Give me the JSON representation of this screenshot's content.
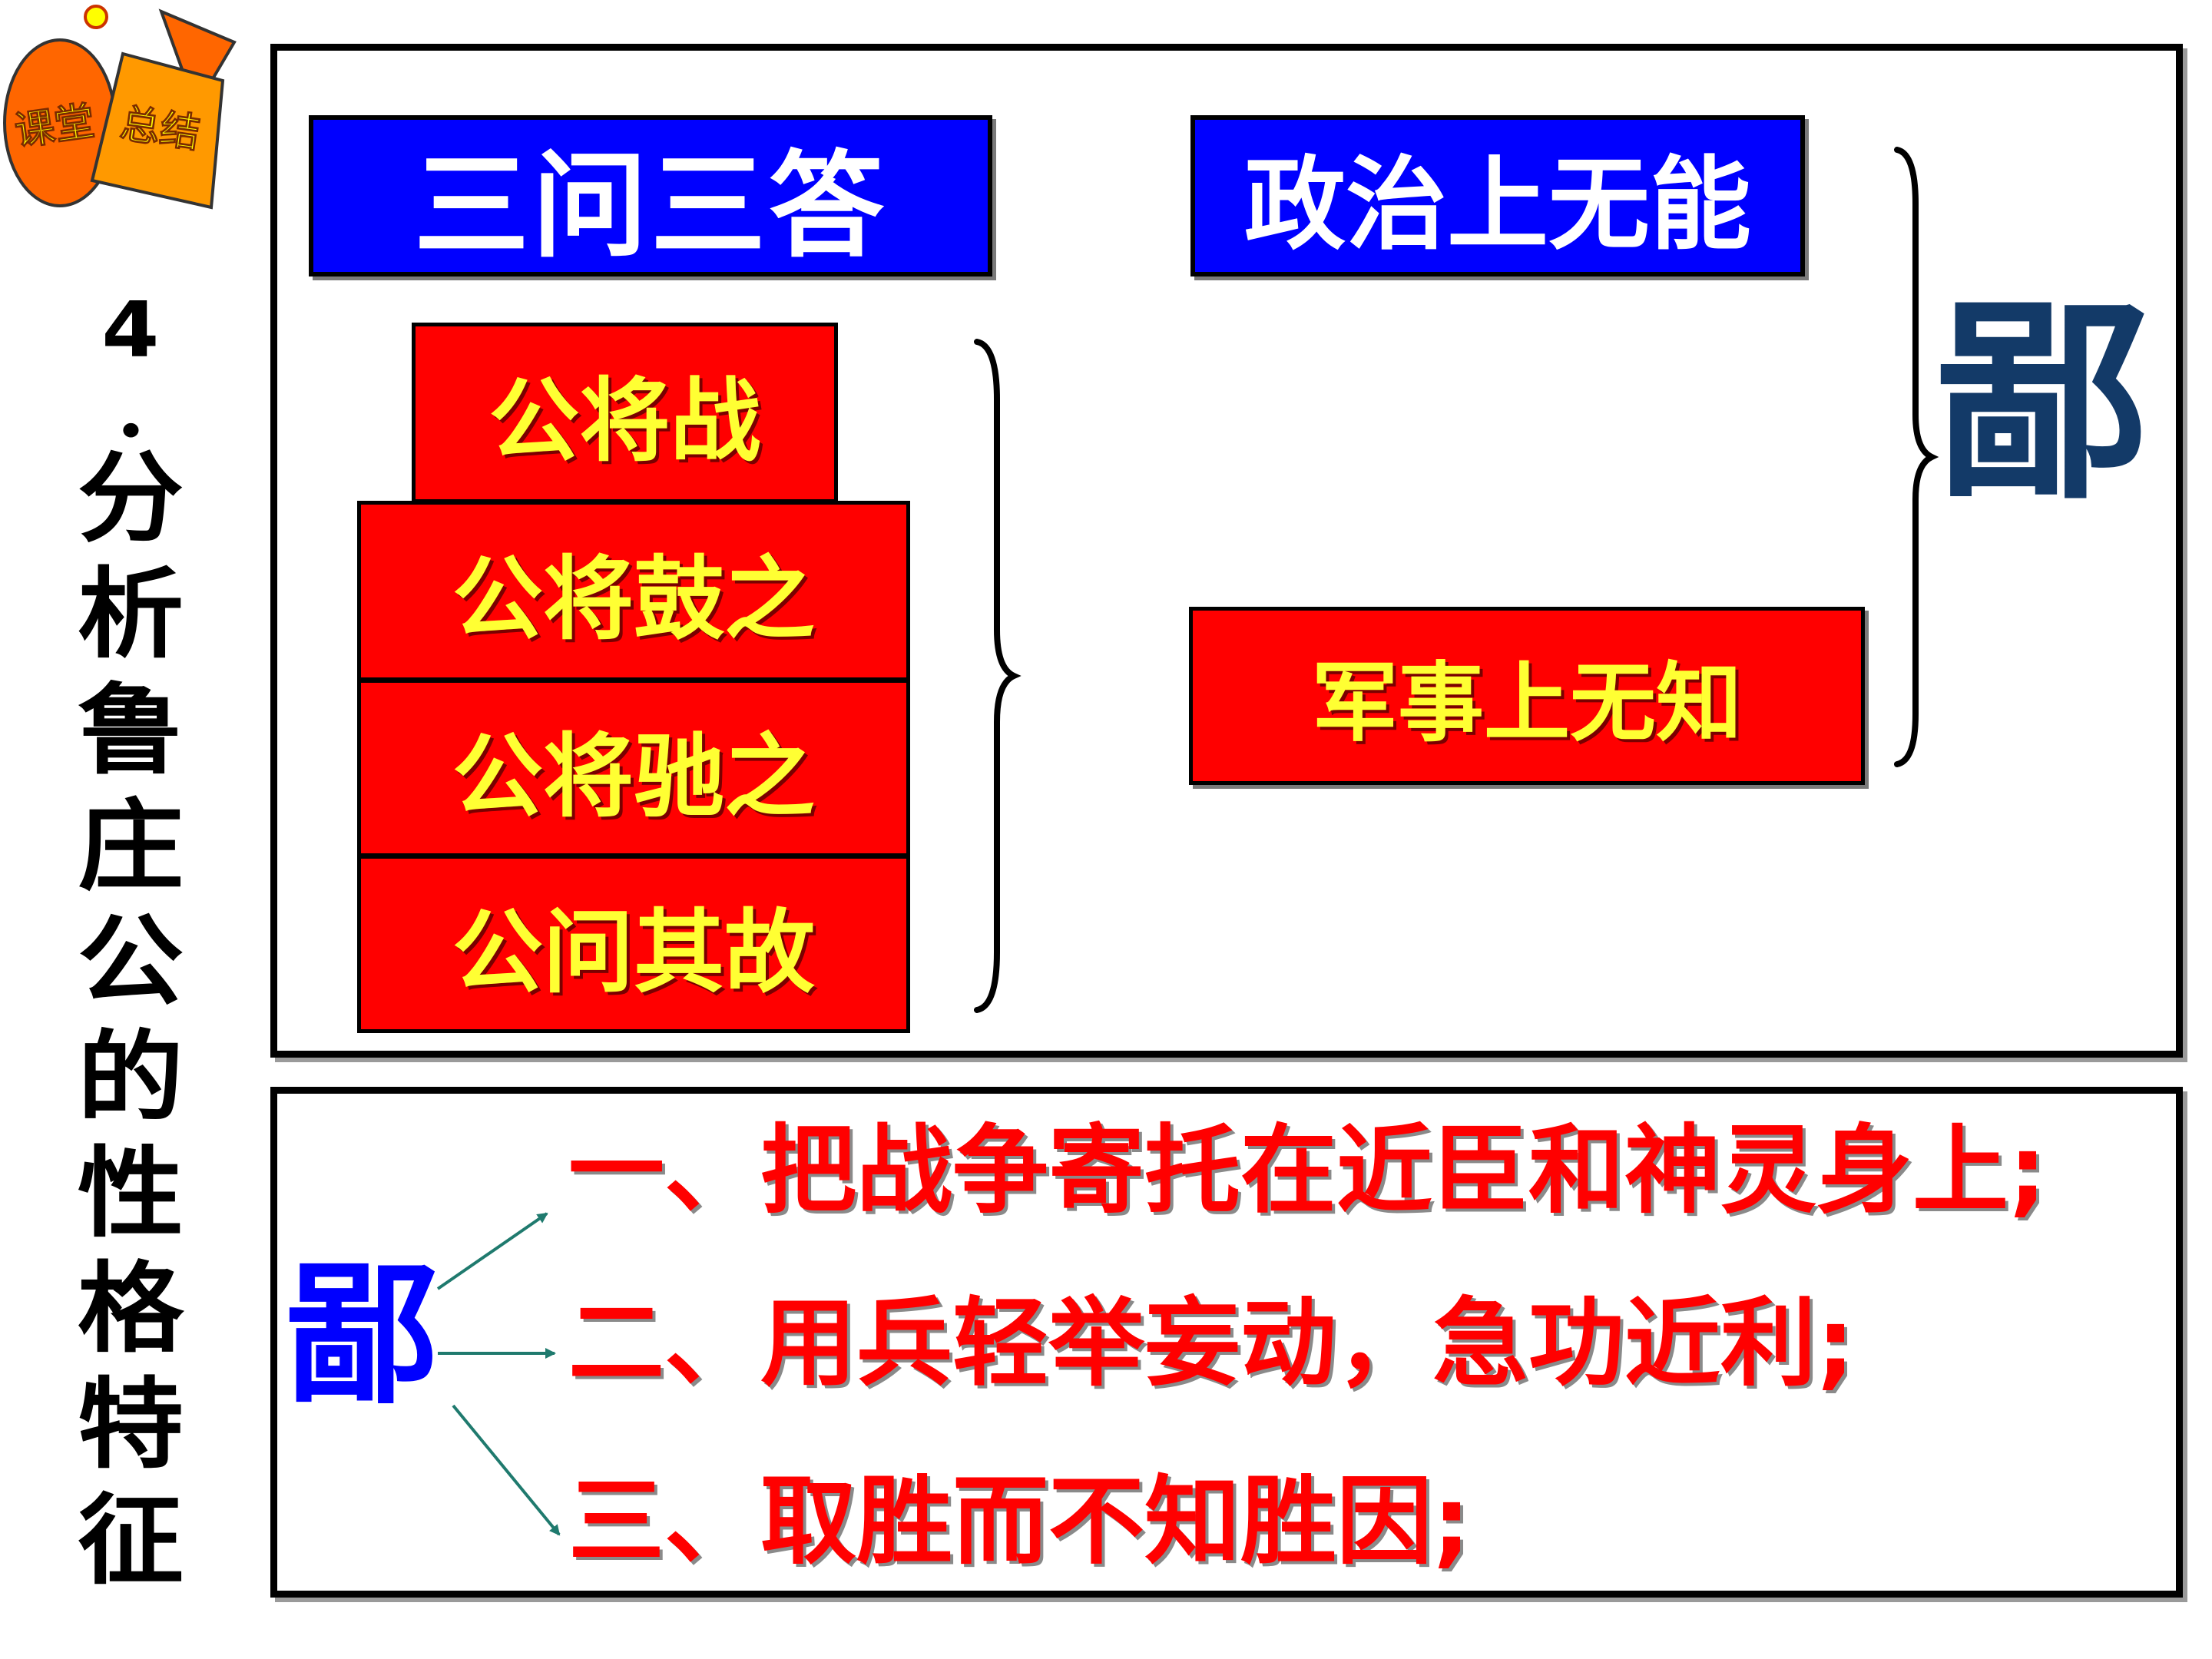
{
  "badge": {
    "left": "课堂",
    "right": "总结"
  },
  "title_chars": [
    "4",
    ".",
    "分",
    "析",
    "鲁",
    "庄",
    "公",
    "的",
    "性",
    "格",
    "特",
    "征"
  ],
  "header_left": "三问三答",
  "header_right": "政治上无能",
  "question_boxes": [
    "公将战",
    "公将鼓之",
    "公将驰之",
    "公问其故"
  ],
  "military_box": "军事上无知",
  "conclusion_char": "鄙",
  "bottom": {
    "char": "鄙",
    "points": [
      "一、把战争寄托在近臣和神灵身上;",
      "二、用兵轻举妄动，急功近利;",
      "三、取胜而不知胜因;"
    ]
  },
  "colors": {
    "blue_box": "#0000ff",
    "red_box": "#ff0000",
    "yellow_text": "#ffff33",
    "point_text": "#ff0000",
    "big_char": "#133a68",
    "arrow": "#1f7a6e"
  }
}
